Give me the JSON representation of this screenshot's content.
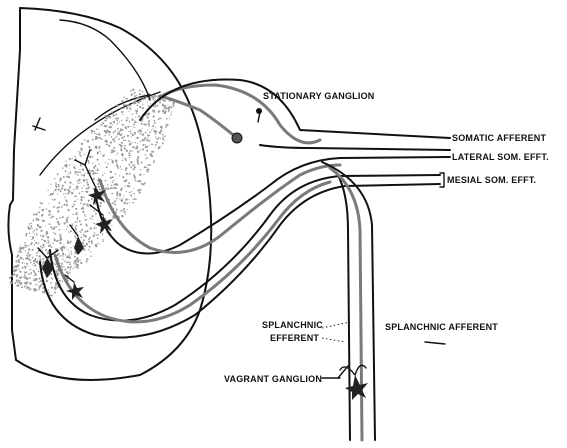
{
  "labels": {
    "stationary_ganglion": "STATIONARY GANGLION",
    "somatic_afferent": "SOMATIC AFFERENT",
    "lateral_som_efft": "LATERAL SOM. EFFT.",
    "mesial_som_efft": "MESIAL SOM. EFFT.",
    "splanchnic_efferent_1": "SPLANCHNIC",
    "splanchnic_efferent_2": "EFFERENT",
    "splanchnic_afferent": "SPLANCHNIC AFFERENT",
    "vagrant_ganglion": "VAGRANT GANGLION"
  },
  "colors": {
    "ink": "#111111",
    "gray_fiber": "#7a7a7a",
    "stipple": "#9a9a9a"
  }
}
